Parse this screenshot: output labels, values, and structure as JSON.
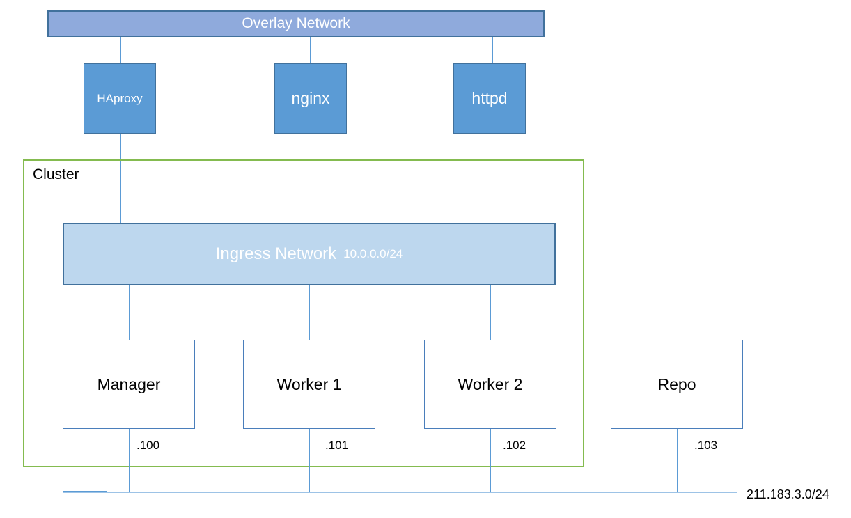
{
  "diagram": {
    "overlay": {
      "label": "Overlay Network"
    },
    "services": [
      {
        "label": "HAproxy"
      },
      {
        "label": "nginx"
      },
      {
        "label": "httpd"
      }
    ],
    "cluster": {
      "label": "Cluster"
    },
    "ingress": {
      "label": "Ingress Network",
      "subnet": "10.0.0.0/24"
    },
    "nodes": [
      {
        "label": "Manager",
        "ip": ".100"
      },
      {
        "label": "Worker 1",
        "ip": ".101"
      },
      {
        "label": "Worker 2",
        "ip": ".102"
      },
      {
        "label": "Repo",
        "ip": ".103"
      }
    ],
    "external_network": {
      "label": "211.183.3.0/24"
    }
  },
  "colors": {
    "overlay_fill": "#8FAADC",
    "overlay_border": "#41719C",
    "service_fill": "#5B9BD5",
    "service_border": "#41719C",
    "ingress_fill": "#BDD7EE",
    "ingress_border": "#41719C",
    "node_border": "#4A7EBB",
    "cluster_border": "#84BB4F",
    "connector": "#5B9BD5",
    "net_line_light": "#9DC3E6"
  }
}
